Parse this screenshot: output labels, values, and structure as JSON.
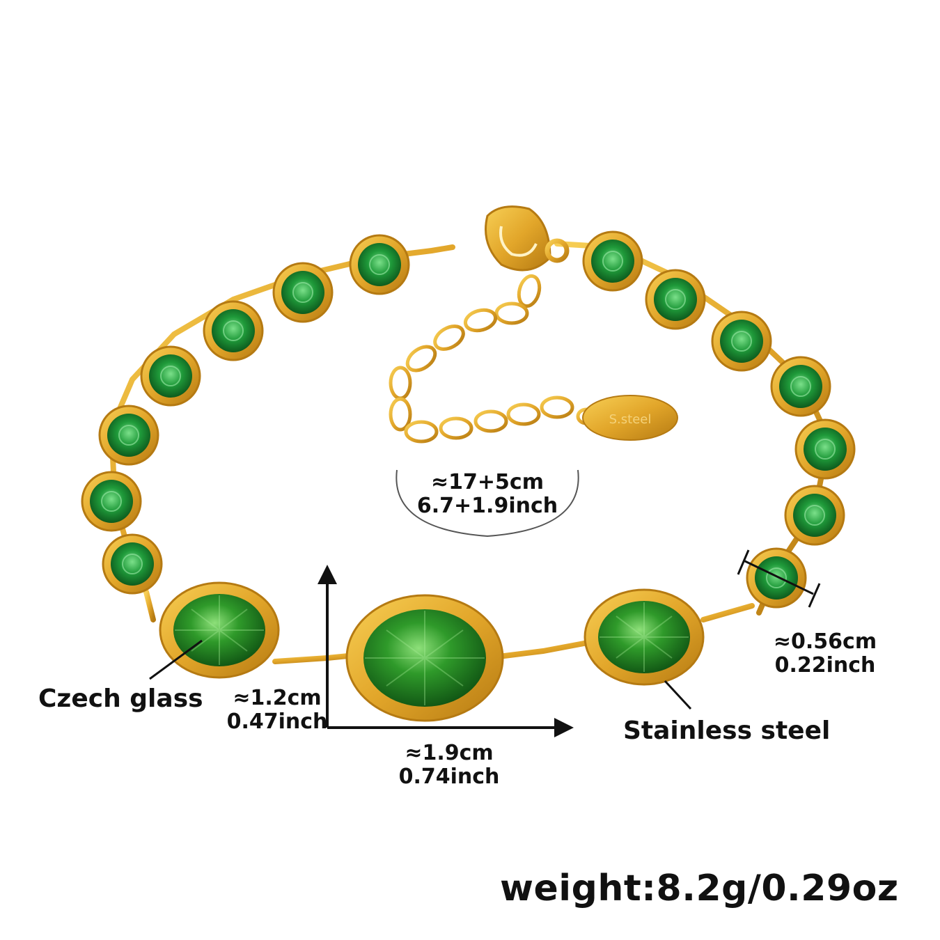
{
  "annotations": {
    "length_cm": "≈17+5cm",
    "length_inch": "6.7+1.9inch",
    "small_stone_cm": "≈0.56cm",
    "small_stone_inch": "0.22inch",
    "oval_height_cm": "≈1.2cm",
    "oval_height_inch": "0.47inch",
    "oval_width_cm": "≈1.9cm",
    "oval_width_inch": "0.74inch",
    "material_stone": "Czech glass",
    "material_metal": "Stainless steel",
    "weight": "weight:8.2g/0.29oz"
  },
  "tag_text": "S.steel",
  "colors": {
    "gold": "#e2a62a",
    "gold_dark": "#b57a12",
    "emerald": "#1f9a3a",
    "emerald_dark": "#0d5a1c",
    "text": "#111111"
  }
}
